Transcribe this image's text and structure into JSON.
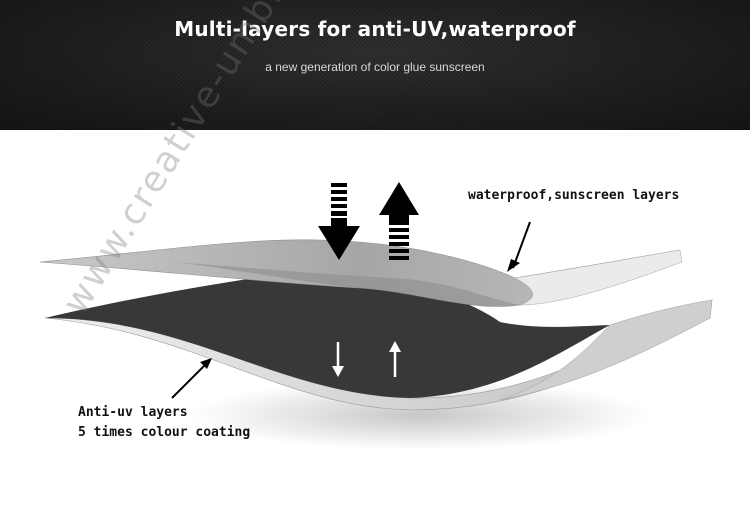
{
  "header": {
    "title": "Multi-layers for anti-UV,waterproof",
    "subtitle": "a new generation of color glue sunscreen"
  },
  "labels": {
    "top_layer": "waterproof,sunscreen layers",
    "bottom_layer_line1": "Anti-uv layers",
    "bottom_layer_line2": "5 times colour coating"
  },
  "watermark": "www.creative-umbrellas",
  "colors": {
    "banner_dark": "#1e1e1e",
    "top_layer": "#b5b5b5",
    "bottom_layer": "#3a3a3a",
    "arrow": "#000000"
  },
  "icons": [
    "arrow-down-icon",
    "arrow-up-icon",
    "pointer-arrow-icon"
  ]
}
